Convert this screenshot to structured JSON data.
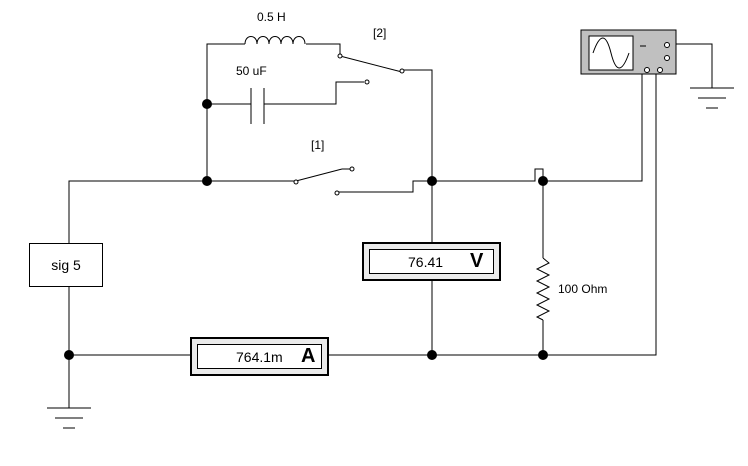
{
  "components": {
    "inductor_label": "0.5 H",
    "capacitor_label": "50 uF",
    "resistor_label": "100  Ohm",
    "switch1_label": "[1]",
    "switch2_label": "[2]",
    "source_label": "sig 5"
  },
  "voltmeter": {
    "value": "76.41",
    "unit": "V"
  },
  "ammeter": {
    "value": "764.1m",
    "unit": "A"
  },
  "colors": {
    "wire": "#000000",
    "meter_bg": "#ebebeb",
    "scope_bg": "#c0c0c0"
  },
  "icons": {
    "oscilloscope": "oscilloscope-icon",
    "ground": "ground-icon"
  }
}
